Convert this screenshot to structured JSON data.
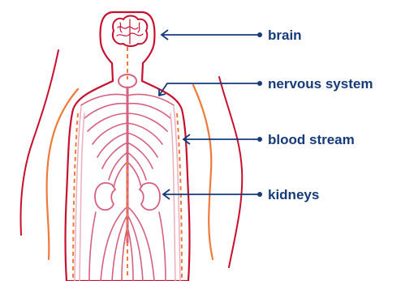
{
  "colors": {
    "label": "#163a7a",
    "outline": "#c8102e",
    "wave": "#f07a3a",
    "nerve": "#d6607f",
    "nerve_light": "#ecaebf",
    "spine": "#f07a3a"
  },
  "labels": {
    "brain": "brain",
    "nervous_system": "nervous system",
    "blood_stream": "blood stream",
    "kidneys": "kidneys"
  }
}
